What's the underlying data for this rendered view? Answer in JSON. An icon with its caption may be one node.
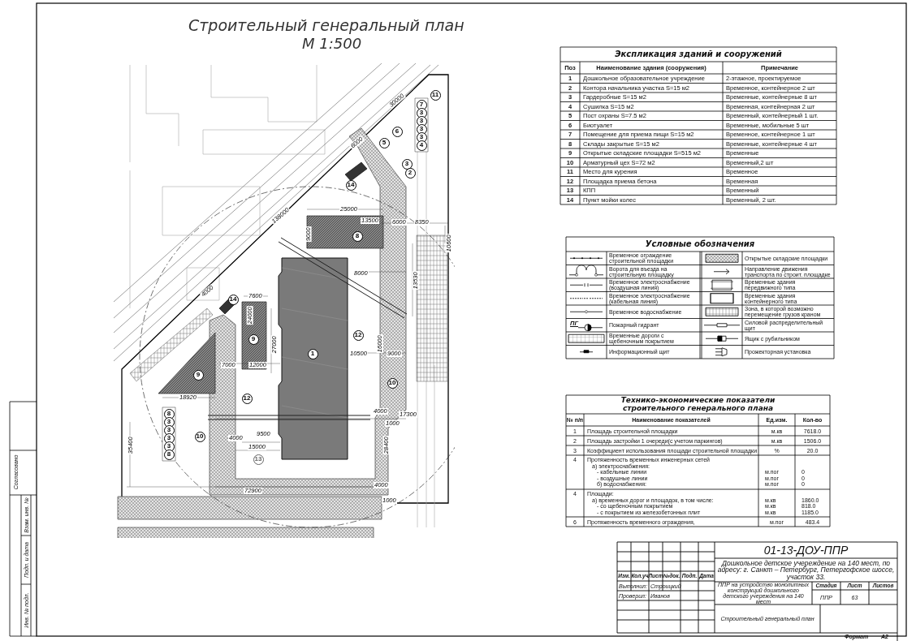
{
  "diagram": {
    "title": "Строительный генеральный план",
    "labels": [
      "М 1:500",
      "11",
      "7",
      "3",
      "3",
      "6",
      "3",
      "5",
      "3",
      "4",
      "3",
      "2",
      "14",
      "8",
      "14",
      "9",
      "12",
      "1",
      "9",
      "10",
      "12",
      "8",
      "3",
      "3",
      "3",
      "10",
      "3",
      "8",
      "13",
      "30000",
      "6000",
      "138000",
      "25000",
      "13500",
      "6000",
      "8350",
      "9000",
      "10600",
      "8000",
      "13530",
      "4000",
      "7600",
      "24000",
      "27000",
      "10500",
      "16000",
      "9000",
      "7000",
      "12000",
      "18920",
      "4000",
      "17300",
      "1000",
      "4000",
      "9500",
      "35400",
      "15000",
      "28400",
      "72900",
      "4000",
      "1000",
      "Экспликация зданий и сооружений",
      "Поз",
      "Наименование здания (сооружения)",
      "Примечание",
      "1",
      "Дошкольное образовательное учреждение",
      "2-этажное, проектируемое",
      "2",
      "Контора начальника участка S=15 м2",
      "Временное, контейнерное 2 шт",
      "3",
      "Гардеробные S=15 м2",
      "Временные, контейнерные 8 шт",
      "4",
      "Сушилка S=15 м2",
      "Временная, контейнерная 2 шт",
      "5",
      "Пост охраны S=7.5 м2",
      "Временный, контейнерный 1 шт.",
      "6",
      "Биотуалет",
      "Временные, мобильные 5 шт",
      "7",
      "Помещение для приема пищи S=15 м2",
      "Временное, контейнерное 1 шт",
      "8",
      "Склады закрытые S=15 м2",
      "Временные, контейнерные 4 шт",
      "9",
      "Открытые складские площадки S=515 м2",
      "Временные",
      "10",
      "Арматурный цех S=72 м2",
      "Временный,2 шт",
      "11",
      "Место для курения",
      "Временное",
      "12",
      "Площадка приема бетона",
      "Временная",
      "13",
      "КПП",
      "Временный",
      "14",
      "Пункт мойки колес",
      "Временный, 2 шт.",
      "Условные обозначения",
      "ПГ",
      "Технико-экономические показатели строительного генерального плана",
      "№ п/п",
      "Наименование показателей",
      "Ед.изм.",
      "Кол-во",
      "1",
      "Площадь строительной площадки",
      "м.кв",
      "7618.0",
      "2",
      "Площадь застройки 1 очереди(с учетом паркингов)",
      "м.кв",
      "1506.0",
      "3",
      "Коэффициент использования площади строительной площадки",
      "%",
      "20.0",
      "4",
      "Протяженность временных инженерных сетей",
      "а) электроснабжения:",
      "- кабельные линии",
      "- воздушные линии",
      "б) водоснабжения:",
      "м.пог",
      "м.пог",
      "м.пог",
      "0",
      "0",
      "0",
      "4",
      "Площади:",
      "а) временных дорог и площадок, в том числе:",
      "- со щебеночным покрытием",
      "- с покрытием из железобетонных плит",
      "м.кв",
      "м.кв",
      "м.кв",
      "1860.0",
      "818.0",
      "1185.0",
      "6",
      "Протяженность временного ограждения,",
      "м.пог",
      "483.4",
      "01-13-ДОУ-ППР",
      "Изм.",
      "Кол.уч",
      "Лист",
      "№док.",
      "Подп.",
      "Дата",
      "Дошкольное детское учереждение на 140 мест, по адресу: г. Санкт – Петербург, Петергофское шоссе, участок 33.",
      "Выполнил:",
      "Строицкий",
      "Проверил:",
      "Иванов",
      "ППР на устройство монолитных конструкций дошкольного детского учереждения на 140 мест",
      "Стадия",
      "Лист",
      "Листов",
      "ППР",
      "63",
      "Строительный генеральный план",
      "Формат",
      "А2",
      "Согласовано",
      "Взам. инв. №",
      "Подп. и дата",
      "Инв. № подл."
    ],
    "legend": [
      {
        "text": "Временное ограждение строительной площадки"
      },
      {
        "text": "Открытые складские площадки"
      },
      {
        "text": "Ворота для въезда на строительную площадку"
      },
      {
        "text": "Направление движения транспорта по строит. площадке"
      },
      {
        "text": "Временное электроснабжение (воздушная линия)"
      },
      {
        "text": "Временные здания передвижного типа"
      },
      {
        "text": "Временное электроснабжение (кабельная линия)"
      },
      {
        "text": "Временные здания контейнерного типа"
      },
      {
        "text": "Временное водоснабжение"
      },
      {
        "text": "Зона, в которой возможно перемещение грузов краном"
      },
      {
        "text": "Пожарный гидрант"
      },
      {
        "text": "Силовой распределительный щит"
      },
      {
        "text": "Временные дороги с щебеночным покрытием"
      },
      {
        "text": "Ящик с рубильником"
      },
      {
        "text": "Информационный щит"
      },
      {
        "text": "Прожекторная установка"
      }
    ]
  }
}
